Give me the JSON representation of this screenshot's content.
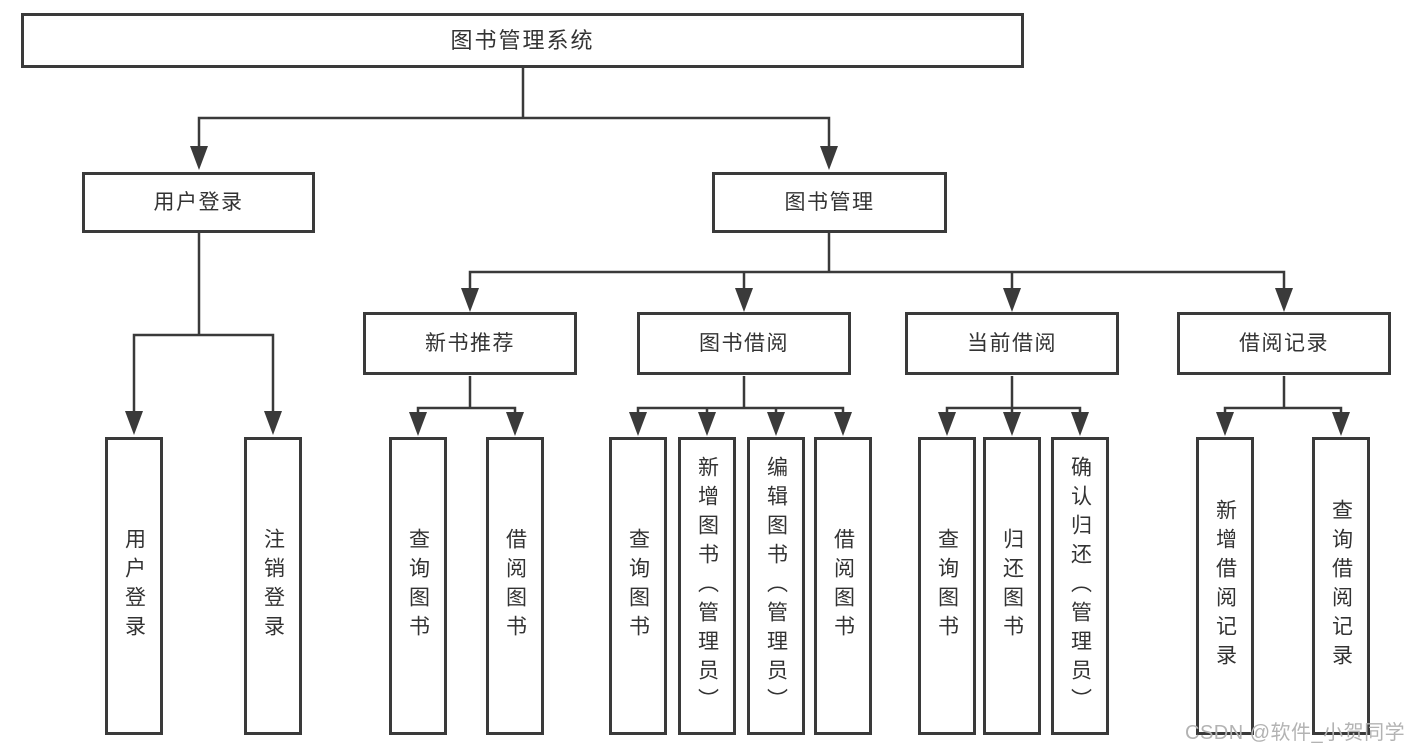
{
  "diagram": {
    "root": {
      "label": "图书管理系统"
    },
    "branches": [
      {
        "label": "用户登录",
        "children": [
          {
            "label": "用户登录"
          },
          {
            "label": "注销登录"
          }
        ]
      },
      {
        "label": "图书管理",
        "children": [
          {
            "label": "新书推荐",
            "children": [
              {
                "label": "查询图书"
              },
              {
                "label": "借阅图书"
              }
            ]
          },
          {
            "label": "图书借阅",
            "children": [
              {
                "label": "查询图书"
              },
              {
                "label": "新增图书（管理员）"
              },
              {
                "label": "编辑图书（管理员）"
              },
              {
                "label": "借阅图书"
              }
            ]
          },
          {
            "label": "当前借阅",
            "children": [
              {
                "label": "查询图书"
              },
              {
                "label": "归还图书"
              },
              {
                "label": "确认归还（管理员）"
              }
            ]
          },
          {
            "label": "借阅记录",
            "children": [
              {
                "label": "新增借阅记录"
              },
              {
                "label": "查询借阅记录"
              }
            ]
          }
        ]
      }
    ]
  },
  "watermark": {
    "text": "CSDN @软件_小贺同学"
  },
  "colors": {
    "line": "#3a3a3a",
    "box_border": "#3a3a3a",
    "box_fill": "#ffffff",
    "text": "#333333",
    "watermark": "#b3b3b3",
    "background": "#ffffff"
  }
}
